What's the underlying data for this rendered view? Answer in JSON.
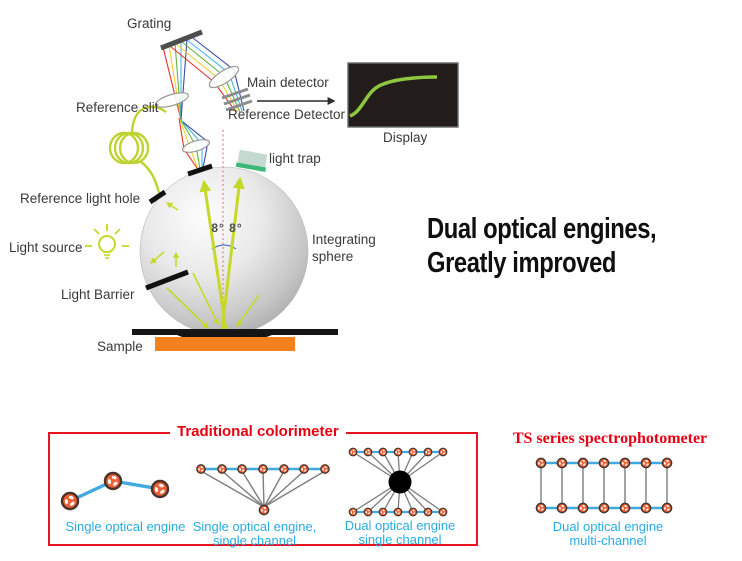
{
  "optical_diagram": {
    "labels": {
      "grating": "Grating",
      "reference_slit": "Reference slit",
      "main_detector": "Main detector",
      "reference_detector": "Reference Detector",
      "light_trap": "light trap",
      "reference_light_hole": "Reference light hole",
      "light_source": "Light source",
      "light_barrier": "Light Barrier",
      "integrating_sphere": "Integrating sphere",
      "sample": "Sample",
      "display": "Display",
      "angle": "8° 8°"
    }
  },
  "headline": {
    "line1": "Dual optical engines,",
    "line2": "Greatly improved"
  },
  "traditional_box": {
    "title": "Traditional colorimeter",
    "diagrams": [
      {
        "caption_line1": "Single optical engine",
        "caption_line2": ""
      },
      {
        "caption_line1": "Single optical engine,",
        "caption_line2": "single channel"
      },
      {
        "caption_line1": "Dual optical engine",
        "caption_line2": "single channel"
      }
    ]
  },
  "ts_section": {
    "title": "TS series spectrophotometer",
    "caption_line1": "Dual optical engine",
    "caption_line2": "multi-channel"
  },
  "colors": {
    "accent_red": "#e60012",
    "label_blue": "#29abe2",
    "beam_yellow_green": "#c6d929",
    "node_orange": "#ed6138",
    "display_curve_green": "#8ec63f",
    "sample_orange": "#f4801e"
  }
}
